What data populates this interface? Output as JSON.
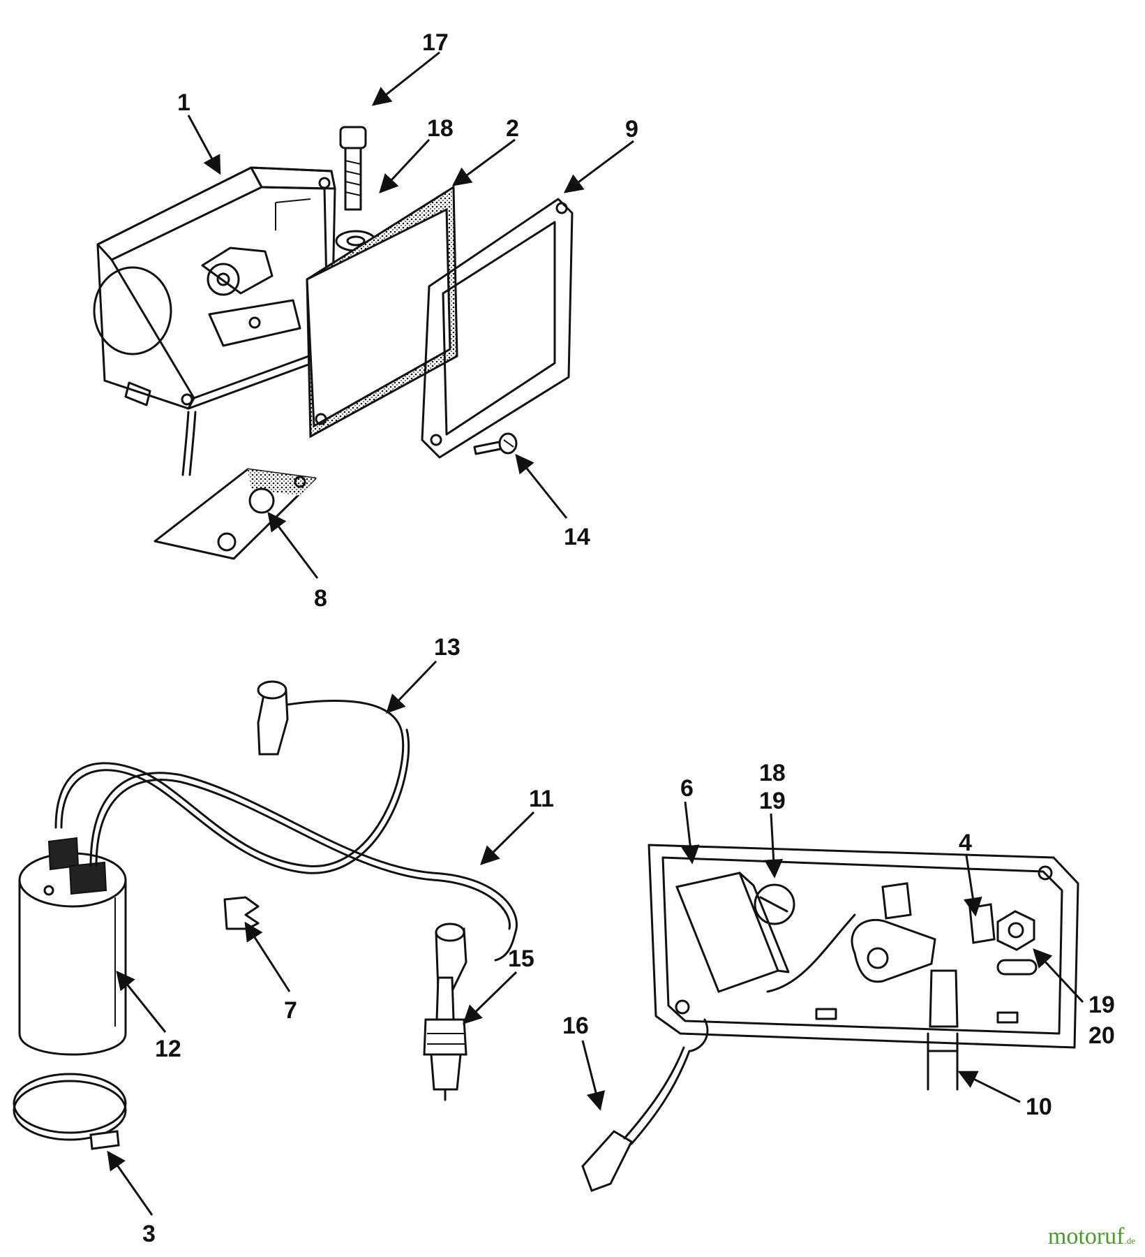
{
  "callouts": [
    {
      "id": "c17a",
      "text": "17"
    },
    {
      "id": "c1",
      "text": "1"
    },
    {
      "id": "c18a",
      "text": "18"
    },
    {
      "id": "c2",
      "text": "2"
    },
    {
      "id": "c9",
      "text": "9"
    },
    {
      "id": "c14",
      "text": "14"
    },
    {
      "id": "c8",
      "text": "8"
    },
    {
      "id": "c13",
      "text": "13"
    },
    {
      "id": "c11",
      "text": "11"
    },
    {
      "id": "c15",
      "text": "15"
    },
    {
      "id": "c7",
      "text": "7"
    },
    {
      "id": "c12",
      "text": "12"
    },
    {
      "id": "c3",
      "text": "3"
    },
    {
      "id": "c16",
      "text": "16"
    },
    {
      "id": "c6",
      "text": "6"
    },
    {
      "id": "c18b",
      "text": "18"
    },
    {
      "id": "c19a",
      "text": "19"
    },
    {
      "id": "c4",
      "text": "4"
    },
    {
      "id": "c19b",
      "text": "19"
    },
    {
      "id": "c20",
      "text": "20"
    },
    {
      "id": "c10",
      "text": "10"
    }
  ],
  "watermark": {
    "text": "motoruf",
    "suffix": ".de",
    "color": "#4a9a2a"
  }
}
